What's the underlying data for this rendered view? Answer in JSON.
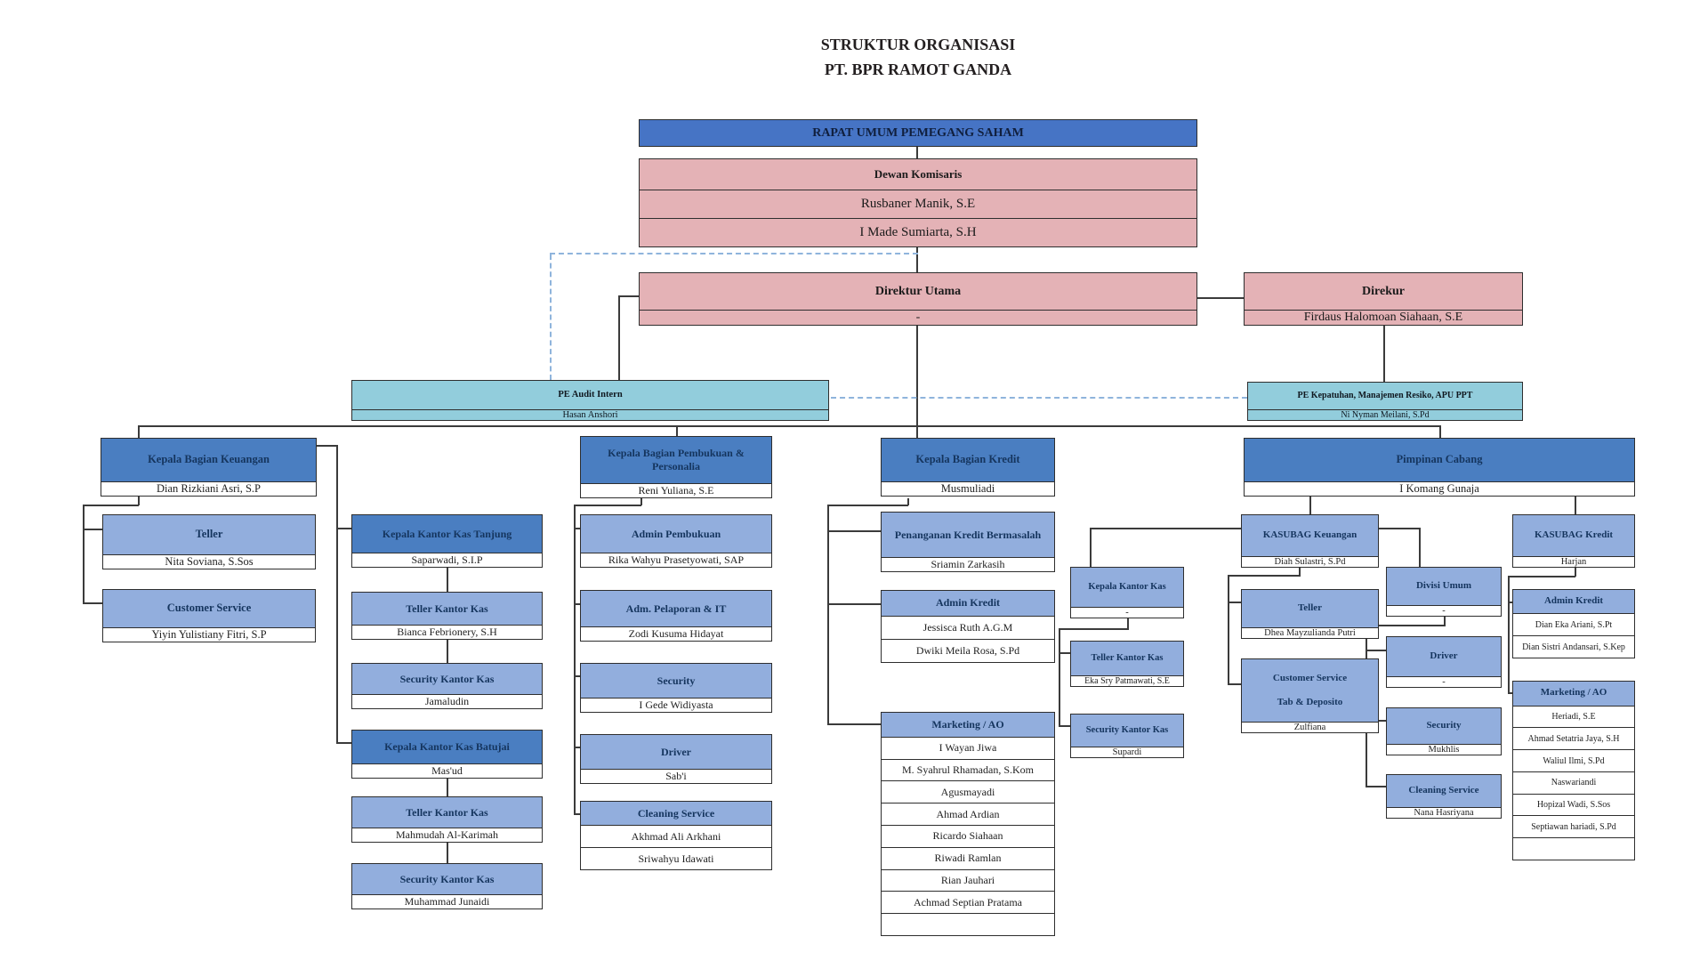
{
  "title": {
    "line1": "STRUKTUR ORGANISASI",
    "line2": "PT. BPR RAMOT GANDA"
  },
  "colors": {
    "top_blue": "#4674c5",
    "dept_blue": "#4a7ec1",
    "light_blue": "#92aedd",
    "pink": "#e4b2b6",
    "cyan": "#92cddc",
    "connector": "#3b3b3b",
    "dashed_connector": "#8fb4dc"
  },
  "nodes": {
    "rapat_umum": {
      "title": "RAPAT UMUM PEMEGANG SAHAM"
    },
    "dewan_komisaris": {
      "title": "Dewan Komisaris",
      "names": [
        "Rusbaner Manik, S.E",
        "I Made Sumiarta, S.H"
      ]
    },
    "direktur_utama": {
      "title": "Direktur Utama",
      "names": [
        "-"
      ]
    },
    "direkur": {
      "title": "Direkur",
      "names": [
        "Firdaus Halomoan Siahaan, S.E"
      ]
    },
    "pe_audit_intern": {
      "title": "PE Audit Intern",
      "names": [
        "Hasan Anshori"
      ]
    },
    "pe_kepatuhan": {
      "title": "PE Kepatuhan, Manajemen Resiko, APU PPT",
      "names": [
        "Ni Nyman Meilani, S.Pd"
      ]
    },
    "kabag_keuangan": {
      "title": "Kepala Bagian Keuangan",
      "names": [
        "Dian Rizkiani Asri, S.P"
      ]
    },
    "teller_pusat": {
      "title": "Teller",
      "names": [
        "Nita Soviana, S.Sos"
      ]
    },
    "customer_service_pusat": {
      "title": "Customer Service",
      "names": [
        "Yiyin Yulistiany Fitri, S.P"
      ]
    },
    "kkk_tanjung": {
      "title": "Kepala Kantor Kas Tanjung",
      "names": [
        "Saparwadi, S.I.P"
      ]
    },
    "teller_kk_tanjung": {
      "title": "Teller Kantor Kas",
      "names": [
        "Bianca Febrionery, S.H"
      ]
    },
    "security_kk_tanjung": {
      "title": "Security Kantor Kas",
      "names": [
        "Jamaludin"
      ]
    },
    "kkk_batujai": {
      "title": "Kepala Kantor Kas Batujai",
      "names": [
        "Mas'ud"
      ]
    },
    "teller_kk_batujai": {
      "title": "Teller Kantor Kas",
      "names": [
        "Mahmudah Al-Karimah"
      ]
    },
    "security_kk_batujai": {
      "title": "Security Kantor Kas",
      "names": [
        "Muhammad Junaidi"
      ]
    },
    "kabag_pembukuan": {
      "title": "Kepala Bagian Pembukuan & Personalia",
      "names": [
        "Reni Yuliana, S.E"
      ]
    },
    "admin_pembukuan": {
      "title": "Admin Pembukuan",
      "names": [
        "Rika Wahyu Prasetyowati, SAP"
      ]
    },
    "adm_pelaporan_it": {
      "title": "Adm. Pelaporan & IT",
      "names": [
        "Zodi Kusuma Hidayat"
      ]
    },
    "security_pembukuan": {
      "title": "Security",
      "names": [
        "I Gede Widiyasta"
      ]
    },
    "driver_pembukuan": {
      "title": "Driver",
      "names": [
        "Sab'i"
      ]
    },
    "cleaning_pembukuan": {
      "title": "Cleaning Service",
      "names": [
        "Akhmad Ali Arkhani",
        "Sriwahyu Idawati"
      ]
    },
    "kabag_kredit": {
      "title": "Kepala Bagian Kredit",
      "names": [
        "Musmuliadi"
      ]
    },
    "penanganan_kredit": {
      "title": "Penanganan Kredit Bermasalah",
      "names": [
        "Sriamin Zarkasih"
      ]
    },
    "admin_kredit_pusat": {
      "title": "Admin Kredit",
      "names": [
        "Jessisca Ruth A.G.M",
        "Dwiki Meila Rosa, S.Pd"
      ]
    },
    "marketing_ao_pusat": {
      "title": "Marketing / AO",
      "names": [
        "I Wayan Jiwa",
        "M. Syahrul Rhamadan, S.Kom",
        "Agusmayadi",
        "Ahmad Ardian",
        "Ricardo Siahaan",
        "Riwadi Ramlan",
        "Rian Jauhari",
        "Achmad Septian Pratama",
        ""
      ]
    },
    "kepala_kantor_kas": {
      "title": "Kepala Kantor Kas",
      "names": [
        "-"
      ]
    },
    "teller_kantor_kas": {
      "title": "Teller Kantor Kas",
      "names": [
        "Eka Sry Patmawati, S.E"
      ]
    },
    "security_kantor_kas": {
      "title": "Security Kantor Kas",
      "names": [
        "Supardi"
      ]
    },
    "pimpinan_cabang": {
      "title": "Pimpinan Cabang",
      "names": [
        "I Komang Gunaja"
      ]
    },
    "kasubag_keuangan": {
      "title": "KASUBAG Keuangan",
      "names": [
        "Diah Sulastri, S.Pd"
      ]
    },
    "teller_cabang": {
      "title": "Teller",
      "names": [
        "Dhea Mayzulianda Putri"
      ]
    },
    "cs_tab_deposito": {
      "title_line1": "Customer Service",
      "title_line2": "Tab & Deposito",
      "names": [
        "Zulfiana"
      ]
    },
    "divisi_umum": {
      "title": "Divisi Umum",
      "names": [
        "-"
      ]
    },
    "driver_cabang": {
      "title": "Driver",
      "names": [
        "-"
      ]
    },
    "security_cabang": {
      "title": "Security",
      "names": [
        "Mukhlis"
      ]
    },
    "cleaning_cabang": {
      "title": "Cleaning Service",
      "names": [
        "Nana Hasriyana"
      ]
    },
    "kasubag_kredit": {
      "title": "KASUBAG Kredit",
      "names": [
        "Harjan"
      ]
    },
    "admin_kredit_cabang": {
      "title": "Admin Kredit",
      "names": [
        "Dian Eka Ariani, S.Pt",
        "Dian Sistri Andansari, S.Kep"
      ]
    },
    "marketing_ao_cabang": {
      "title": "Marketing / AO",
      "names": [
        "Heriadi, S.E",
        "Ahmad Setatria Jaya, S.H",
        "Waliul Ilmi, S.Pd",
        "Naswariandi",
        "Hopizal Wadi, S.Sos",
        "Septiawan hariadi, S.Pd",
        ""
      ]
    }
  }
}
